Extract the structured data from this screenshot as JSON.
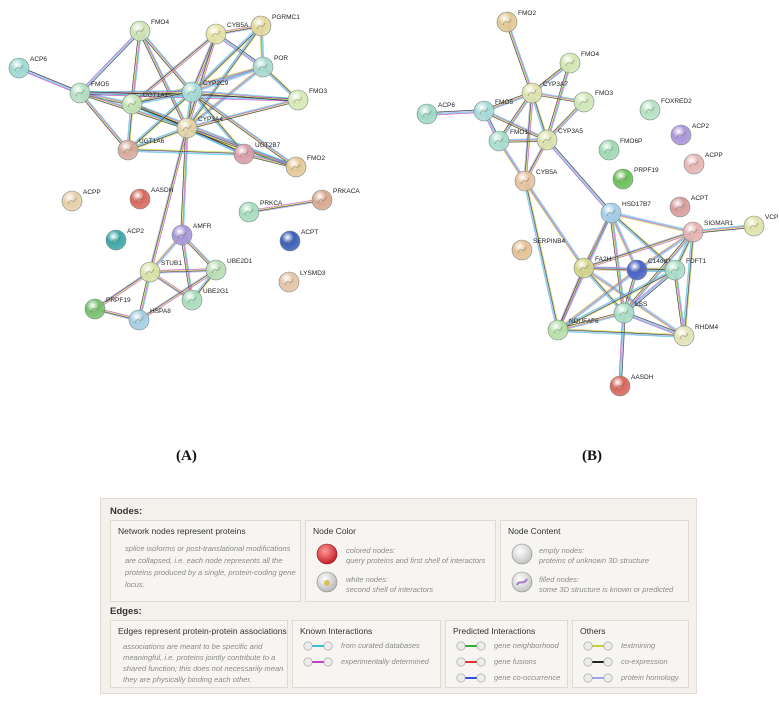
{
  "panels": {
    "a_label": "(A)",
    "b_label": "(B)"
  },
  "network_a": {
    "nodes": [
      {
        "id": "FMO4",
        "label": "FMO4",
        "color": "#cfe3b6"
      },
      {
        "id": "CYB5A",
        "label": "CYB5A",
        "color": "#e6e4a8"
      },
      {
        "id": "PGRMC1",
        "label": "PGRMC1",
        "color": "#e2d79c"
      },
      {
        "id": "ACP6",
        "label": "ACP6",
        "color": "#9fd8d3"
      },
      {
        "id": "POR",
        "label": "POR",
        "color": "#a8d8cd"
      },
      {
        "id": "FMO5",
        "label": "FMO5",
        "color": "#b6e0c4"
      },
      {
        "id": "UGT1A1",
        "label": "UGT1A1",
        "color": "#c4e4b4"
      },
      {
        "id": "CYP2C9",
        "label": "CYP2C9",
        "color": "#a9dcd8"
      },
      {
        "id": "FMO3",
        "label": "FMO3",
        "color": "#d6e8b7"
      },
      {
        "id": "UGT1A6",
        "label": "UGT1A6",
        "color": "#d9a99c"
      },
      {
        "id": "CYP3A4",
        "label": "CYP3A4",
        "color": "#e3d2a8"
      },
      {
        "id": "UGT2B7",
        "label": "UGT2B7",
        "color": "#d99eaa"
      },
      {
        "id": "FMO2",
        "label": "FMO2",
        "color": "#e3c895"
      },
      {
        "id": "ACPP",
        "label": "ACPP",
        "color": "#e6cfa8"
      },
      {
        "id": "AASDH",
        "label": "AASDH",
        "color": "#d8675d"
      },
      {
        "id": "PRKACA",
        "label": "PRKACA",
        "color": "#d9a78f"
      },
      {
        "id": "PRKCA",
        "label": "PRKCA",
        "color": "#a8dcbe"
      },
      {
        "id": "ACP2",
        "label": "ACP2",
        "color": "#3ea6a8"
      },
      {
        "id": "AMFR",
        "label": "AMFR",
        "color": "#a896d8"
      },
      {
        "id": "ACPT",
        "label": "ACPT",
        "color": "#3a5fb8"
      },
      {
        "id": "UBE2D1",
        "label": "UBE2D1",
        "color": "#b6dcb2"
      },
      {
        "id": "STUB1",
        "label": "STUB1",
        "color": "#dbe2a8"
      },
      {
        "id": "LYSMD3",
        "label": "LYSMD3",
        "color": "#e4c3a8"
      },
      {
        "id": "PRPF19",
        "label": "PRPF19",
        "color": "#79bf70"
      },
      {
        "id": "UBE2G1",
        "label": "UBE2G1",
        "color": "#a8dcbc"
      },
      {
        "id": "HSPA8",
        "label": "HSPA8",
        "color": "#a4cde0"
      }
    ],
    "edges": [
      [
        "FMO4",
        "CYP2C9"
      ],
      [
        "FMO4",
        "CYP3A4"
      ],
      [
        "FMO4",
        "UGT1A1"
      ],
      [
        "FMO4",
        "FMO5"
      ],
      [
        "CYB5A",
        "CYP2C9"
      ],
      [
        "CYB5A",
        "CYP3A4"
      ],
      [
        "CYB5A",
        "PGRMC1"
      ],
      [
        "CYB5A",
        "POR"
      ],
      [
        "CYB5A",
        "UGT1A1"
      ],
      [
        "PGRMC1",
        "CYP2C9"
      ],
      [
        "PGRMC1",
        "CYP3A4"
      ],
      [
        "PGRMC1",
        "POR"
      ],
      [
        "POR",
        "CYP2C9"
      ],
      [
        "POR",
        "CYP3A4"
      ],
      [
        "POR",
        "FMO3"
      ],
      [
        "POR",
        "UGT1A1"
      ],
      [
        "ACP6",
        "FMO5"
      ],
      [
        "FMO5",
        "UGT1A1"
      ],
      [
        "FMO5",
        "CYP2C9"
      ],
      [
        "FMO5",
        "CYP3A4"
      ],
      [
        "FMO5",
        "FMO3"
      ],
      [
        "FMO5",
        "UGT1A6"
      ],
      [
        "UGT1A1",
        "CYP2C9"
      ],
      [
        "UGT1A1",
        "CYP3A4"
      ],
      [
        "UGT1A1",
        "UGT1A6"
      ],
      [
        "UGT1A1",
        "UGT2B7"
      ],
      [
        "UGT1A1",
        "FMO2"
      ],
      [
        "CYP2C9",
        "CYP3A4"
      ],
      [
        "CYP2C9",
        "FMO3"
      ],
      [
        "CYP2C9",
        "UGT2B7"
      ],
      [
        "CYP2C9",
        "UGT1A6"
      ],
      [
        "CYP2C9",
        "FMO2"
      ],
      [
        "CYP3A4",
        "FMO3"
      ],
      [
        "CYP3A4",
        "UGT1A6"
      ],
      [
        "CYP3A4",
        "UGT2B7"
      ],
      [
        "CYP3A4",
        "FMO2"
      ],
      [
        "CYP3A4",
        "AMFR"
      ],
      [
        "CYP3A4",
        "STUB1"
      ],
      [
        "UGT1A6",
        "UGT2B7"
      ],
      [
        "UGT2B7",
        "FMO2"
      ],
      [
        "AMFR",
        "STUB1"
      ],
      [
        "AMFR",
        "UBE2D1"
      ],
      [
        "AMFR",
        "UBE2G1"
      ],
      [
        "STUB1",
        "UBE2D1"
      ],
      [
        "STUB1",
        "UBE2G1"
      ],
      [
        "STUB1",
        "PRPF19"
      ],
      [
        "STUB1",
        "HSPA8"
      ],
      [
        "UBE2D1",
        "UBE2G1"
      ],
      [
        "UBE2D1",
        "HSPA8"
      ],
      [
        "PRPF19",
        "HSPA8"
      ],
      [
        "PRKCA",
        "PRKACA"
      ]
    ]
  },
  "network_b": {
    "nodes": [
      {
        "id": "FMO2",
        "label": "FMO2",
        "color": "#e3c895"
      },
      {
        "id": "FMO4",
        "label": "FMO4",
        "color": "#d3e6b3"
      },
      {
        "id": "CYP3A7",
        "label": "CYP3A7",
        "color": "#dfe3b0"
      },
      {
        "id": "FMO3",
        "label": "FMO3",
        "color": "#cfe6b9"
      },
      {
        "id": "ACP6",
        "label": "ACP6",
        "color": "#a1d8c8"
      },
      {
        "id": "FMO5",
        "label": "FMO5",
        "color": "#a7dad9"
      },
      {
        "id": "FOXRED2",
        "label": "FOXRED2",
        "color": "#b5e0c4"
      },
      {
        "id": "FMO1",
        "label": "FMO1",
        "color": "#a8dccc"
      },
      {
        "id": "CYP3A5",
        "label": "CYP3A5",
        "color": "#d9e2ae"
      },
      {
        "id": "ACP2",
        "label": "ACP2",
        "color": "#a995d9"
      },
      {
        "id": "FMO6P",
        "label": "FMO6P",
        "color": "#9fd8b4"
      },
      {
        "id": "ACPP",
        "label": "ACPP",
        "color": "#e6b4b4"
      },
      {
        "id": "CYB5A",
        "label": "CYB5A",
        "color": "#e6c2a0"
      },
      {
        "id": "PRPF19",
        "label": "PRPF19",
        "color": "#6cbf5a"
      },
      {
        "id": "ACPT",
        "label": "ACPT",
        "color": "#d99c9c"
      },
      {
        "id": "HSD17B7",
        "label": "HSD17B7",
        "color": "#a4cde8"
      },
      {
        "id": "SIGMAR1",
        "label": "SIGMAR1",
        "color": "#e6b3b3"
      },
      {
        "id": "VCP",
        "label": "VCP",
        "color": "#dfe2a8"
      },
      {
        "id": "SERPINB4",
        "label": "SERPINB4",
        "color": "#e3c195"
      },
      {
        "id": "FA2H",
        "label": "FA2H",
        "color": "#d4d48c"
      },
      {
        "id": "C14orf1",
        "label": "C14orf1",
        "color": "#4a62c8"
      },
      {
        "id": "FDFT1",
        "label": "FDFT1",
        "color": "#a8dcc8"
      },
      {
        "id": "LSS",
        "label": "LSS",
        "color": "#a9dcc6"
      },
      {
        "id": "NDUFAF6",
        "label": "NDUFAF6",
        "color": "#b6dfa8"
      },
      {
        "id": "RHDM4",
        "label": "RHDM4",
        "color": "#e2e2b8"
      },
      {
        "id": "AASDH",
        "label": "AASDH",
        "color": "#d8675d"
      }
    ],
    "edges": [
      [
        "FMO2",
        "CYP3A7"
      ],
      [
        "FMO4",
        "CYP3A7"
      ],
      [
        "FMO4",
        "CYP3A5"
      ],
      [
        "CYP3A7",
        "FMO5"
      ],
      [
        "CYP3A7",
        "CYP3A5"
      ],
      [
        "CYP3A7",
        "FMO1"
      ],
      [
        "CYP3A7",
        "FMO3"
      ],
      [
        "CYP3A7",
        "CYB5A"
      ],
      [
        "FMO3",
        "CYP3A5"
      ],
      [
        "ACP6",
        "FMO5"
      ],
      [
        "FMO5",
        "FMO1"
      ],
      [
        "FMO5",
        "CYP3A5"
      ],
      [
        "FMO1",
        "CYP3A5"
      ],
      [
        "FMO1",
        "CYB5A"
      ],
      [
        "CYP3A5",
        "CYB5A"
      ],
      [
        "CYP3A5",
        "HSD17B7"
      ],
      [
        "CYB5A",
        "FA2H"
      ],
      [
        "CYB5A",
        "NDUFAF6"
      ],
      [
        "HSD17B7",
        "FA2H"
      ],
      [
        "HSD17B7",
        "C14orf1"
      ],
      [
        "HSD17B7",
        "FDFT1"
      ],
      [
        "HSD17B7",
        "LSS"
      ],
      [
        "HSD17B7",
        "SIGMAR1"
      ],
      [
        "HSD17B7",
        "NDUFAF6"
      ],
      [
        "SIGMAR1",
        "VCP"
      ],
      [
        "SIGMAR1",
        "FA2H"
      ],
      [
        "SIGMAR1",
        "FDFT1"
      ],
      [
        "SIGMAR1",
        "C14orf1"
      ],
      [
        "SIGMAR1",
        "LSS"
      ],
      [
        "SIGMAR1",
        "RHDM4"
      ],
      [
        "FA2H",
        "C14orf1"
      ],
      [
        "FA2H",
        "FDFT1"
      ],
      [
        "FA2H",
        "LSS"
      ],
      [
        "FA2H",
        "NDUFAF6"
      ],
      [
        "FA2H",
        "RHDM4"
      ],
      [
        "C14orf1",
        "FDFT1"
      ],
      [
        "C14orf1",
        "LSS"
      ],
      [
        "C14orf1",
        "NDUFAF6"
      ],
      [
        "FDFT1",
        "LSS"
      ],
      [
        "FDFT1",
        "RHDM4"
      ],
      [
        "FDFT1",
        "NDUFAF6"
      ],
      [
        "LSS",
        "NDUFAF6"
      ],
      [
        "LSS",
        "RHDM4"
      ],
      [
        "LSS",
        "AASDH"
      ],
      [
        "NDUFAF6",
        "RHDM4"
      ]
    ]
  },
  "legend": {
    "nodes_heading": "Nodes:",
    "proteins_title": "Network nodes represent proteins",
    "proteins_desc": [
      "splice isoforms or post-translational modifications",
      "are collapsed, i.e. each node represents all the",
      "proteins produced by a single, protein-coding gene",
      "locus."
    ],
    "color_title": "Node Color",
    "colored_desc": [
      "colored nodes:",
      "query proteins and first shell of interactors"
    ],
    "white_desc": [
      "white nodes:",
      "second shell of interactors"
    ],
    "content_title": "Node Content",
    "empty_desc": [
      "empty nodes:",
      "proteins of unknown 3D structure"
    ],
    "filled_desc": [
      "filled nodes:",
      "some 3D structure is known or predicted"
    ],
    "edges_heading": "Edges:",
    "assoc_title": "Edges represent protein-protein associations",
    "assoc_desc": [
      "associations are meant to be specific and",
      "meaningful, i.e. proteins jointly contribute to a",
      "shared function; this does not necessarily mean",
      "they are physically binding each other."
    ],
    "known_title": "Known Interactions",
    "known_items": [
      {
        "label": "from curated databases",
        "color": "#36c0d8"
      },
      {
        "label": "experimentally determined",
        "color": "#c040c8"
      }
    ],
    "predicted_title": "Predicted Interactions",
    "predicted_items": [
      {
        "label": "gene neighborhood",
        "color": "#30b030"
      },
      {
        "label": "gene fusions",
        "color": "#e03030"
      },
      {
        "label": "gene co-occurrence",
        "color": "#3050d8"
      }
    ],
    "others_title": "Others",
    "others_items": [
      {
        "label": "textmining",
        "color": "#c8d030"
      },
      {
        "label": "co-expression",
        "color": "#222222"
      },
      {
        "label": "protein homology",
        "color": "#9aa6e8"
      }
    ]
  }
}
